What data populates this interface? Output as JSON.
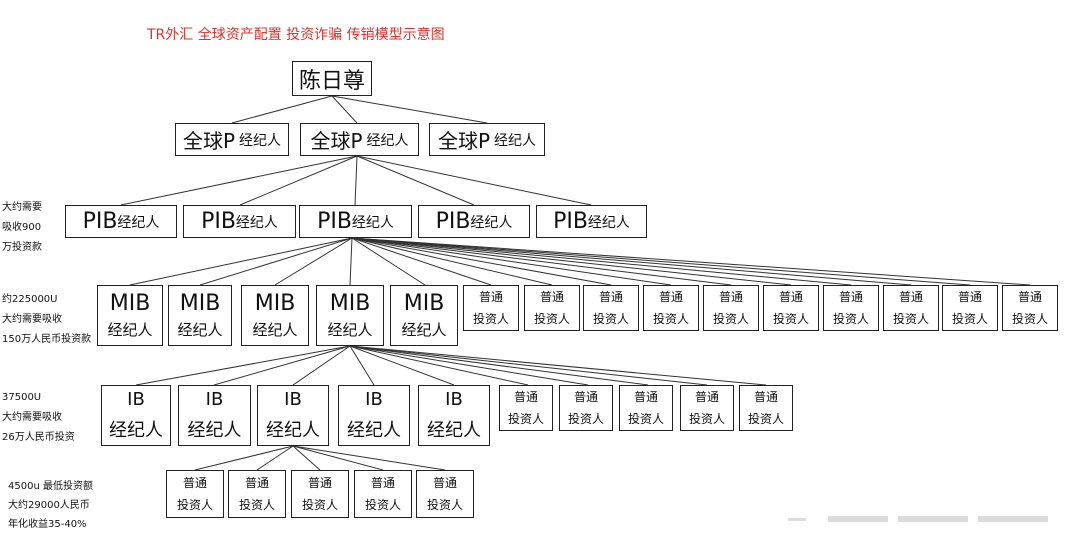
{
  "title": "TR外汇   全球资产配置  投资诈骗   传销模型示意图",
  "root": {
    "label": "陈日尊"
  },
  "level1": [
    {
      "big": "全球P",
      "small": "经纪人"
    },
    {
      "big": "全球P",
      "small": "经纪人"
    },
    {
      "big": "全球P",
      "small": "经纪人"
    }
  ],
  "pib": [
    {
      "big": "PIB",
      "small": "经纪人"
    },
    {
      "big": "PIB",
      "small": "经纪人"
    },
    {
      "big": "PIB",
      "small": "经纪人"
    },
    {
      "big": "PIB",
      "small": "经纪人"
    },
    {
      "big": "PIB",
      "small": "经纪人"
    }
  ],
  "mib": [
    {
      "big": "MIB",
      "small": "经纪人"
    },
    {
      "big": "MIB",
      "small": "经纪人"
    },
    {
      "big": "MIB",
      "small": "经纪人"
    },
    {
      "big": "MIB",
      "small": "经纪人"
    },
    {
      "big": "MIB",
      "small": "经纪人"
    }
  ],
  "ib": [
    {
      "big": "IB",
      "small": "经纪人"
    },
    {
      "big": "IB",
      "small": "经纪人"
    },
    {
      "big": "IB",
      "small": "经纪人"
    },
    {
      "big": "IB",
      "small": "经纪人"
    },
    {
      "big": "IB",
      "small": "经纪人"
    }
  ],
  "investor": {
    "line1": "普通",
    "line2": "投资人"
  },
  "notes": {
    "pib": [
      "大约需要",
      "吸收900",
      "万投资款"
    ],
    "mib": [
      "约225000U",
      "大约需要吸收",
      "150万人民币投资款"
    ],
    "ib": [
      "37500U",
      "大约需要吸收",
      "26万人民币投资"
    ],
    "bottom": [
      "4500u 最低投资额",
      "大约29000人民币",
      "年化收益35-40%"
    ]
  }
}
